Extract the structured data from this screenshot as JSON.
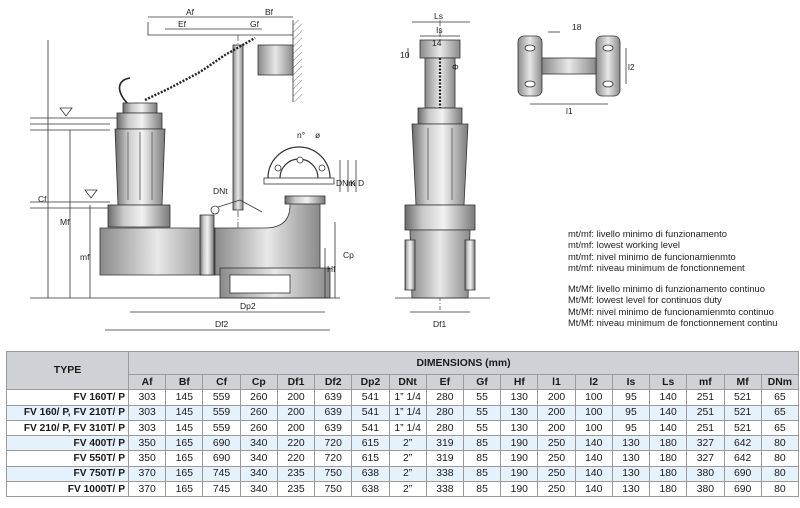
{
  "drawing": {
    "dim_labels": [
      "Af",
      "Bf",
      "Ef",
      "Gf",
      "Ls",
      "Is",
      "14",
      "10",
      "18",
      "l2",
      "l1",
      "Cf",
      "Mf",
      "mf",
      "DNt",
      "DNm",
      "K",
      "D",
      "Hf",
      "Cp",
      "Dp2",
      "Df2",
      "Df1",
      "n°",
      "ø",
      "Φ"
    ]
  },
  "legend": {
    "min": [
      "mt/mf: livello minimo di funzionamento",
      "mt/mf: lowest working level",
      "mt/mf: nivel minimo de funcionamienmto",
      "mt/mf: niveau minimum de fonctionnement"
    ],
    "max": [
      "Mt/Mf: livello minimo di funzionamento continuo",
      "Mt/Mf: lowest level for continuos duty",
      "Mt/Mf: nivel minimo de funcionamienmto continuo",
      "Mt/Mf: niveau minimum de fonctionnement continu"
    ]
  },
  "table": {
    "type_header": "TYPE",
    "group_header": "DIMENSIONS (mm)",
    "columns": [
      "Af",
      "Bf",
      "Cf",
      "Cp",
      "Df1",
      "Df2",
      "Dp2",
      "DNt",
      "Ef",
      "Gf",
      "Hf",
      "l1",
      "l2",
      "Is",
      "Ls",
      "mf",
      "Mf",
      "DNm"
    ],
    "rows": [
      {
        "type": "FV 160T/ P",
        "values": [
          "303",
          "145",
          "559",
          "260",
          "200",
          "639",
          "541",
          "1” 1/4",
          "280",
          "55",
          "130",
          "200",
          "100",
          "95",
          "140",
          "251",
          "521",
          "65"
        ]
      },
      {
        "type": "FV 160/ P, FV 210T/ P",
        "values": [
          "303",
          "145",
          "559",
          "260",
          "200",
          "639",
          "541",
          "1” 1/4",
          "280",
          "55",
          "130",
          "200",
          "100",
          "95",
          "140",
          "251",
          "521",
          "65"
        ]
      },
      {
        "type": "FV 210/ P, FV 310T/ P",
        "values": [
          "303",
          "145",
          "559",
          "260",
          "200",
          "639",
          "541",
          "1” 1/4",
          "280",
          "55",
          "130",
          "200",
          "100",
          "95",
          "140",
          "251",
          "521",
          "65"
        ]
      },
      {
        "type": "FV 400T/ P",
        "values": [
          "350",
          "165",
          "690",
          "340",
          "220",
          "720",
          "615",
          "2”",
          "319",
          "85",
          "190",
          "250",
          "140",
          "130",
          "180",
          "327",
          "642",
          "80"
        ]
      },
      {
        "type": "FV 550T/ P",
        "values": [
          "350",
          "165",
          "690",
          "340",
          "220",
          "720",
          "615",
          "2”",
          "319",
          "85",
          "190",
          "250",
          "140",
          "130",
          "180",
          "327",
          "642",
          "80"
        ]
      },
      {
        "type": "FV 750T/ P",
        "values": [
          "370",
          "165",
          "745",
          "340",
          "235",
          "750",
          "638",
          "2”",
          "338",
          "85",
          "190",
          "250",
          "140",
          "130",
          "180",
          "380",
          "690",
          "80"
        ]
      },
      {
        "type": "FV 1000T/ P",
        "values": [
          "370",
          "165",
          "745",
          "340",
          "235",
          "750",
          "638",
          "2”",
          "338",
          "85",
          "190",
          "250",
          "140",
          "130",
          "180",
          "380",
          "690",
          "80"
        ]
      }
    ]
  }
}
